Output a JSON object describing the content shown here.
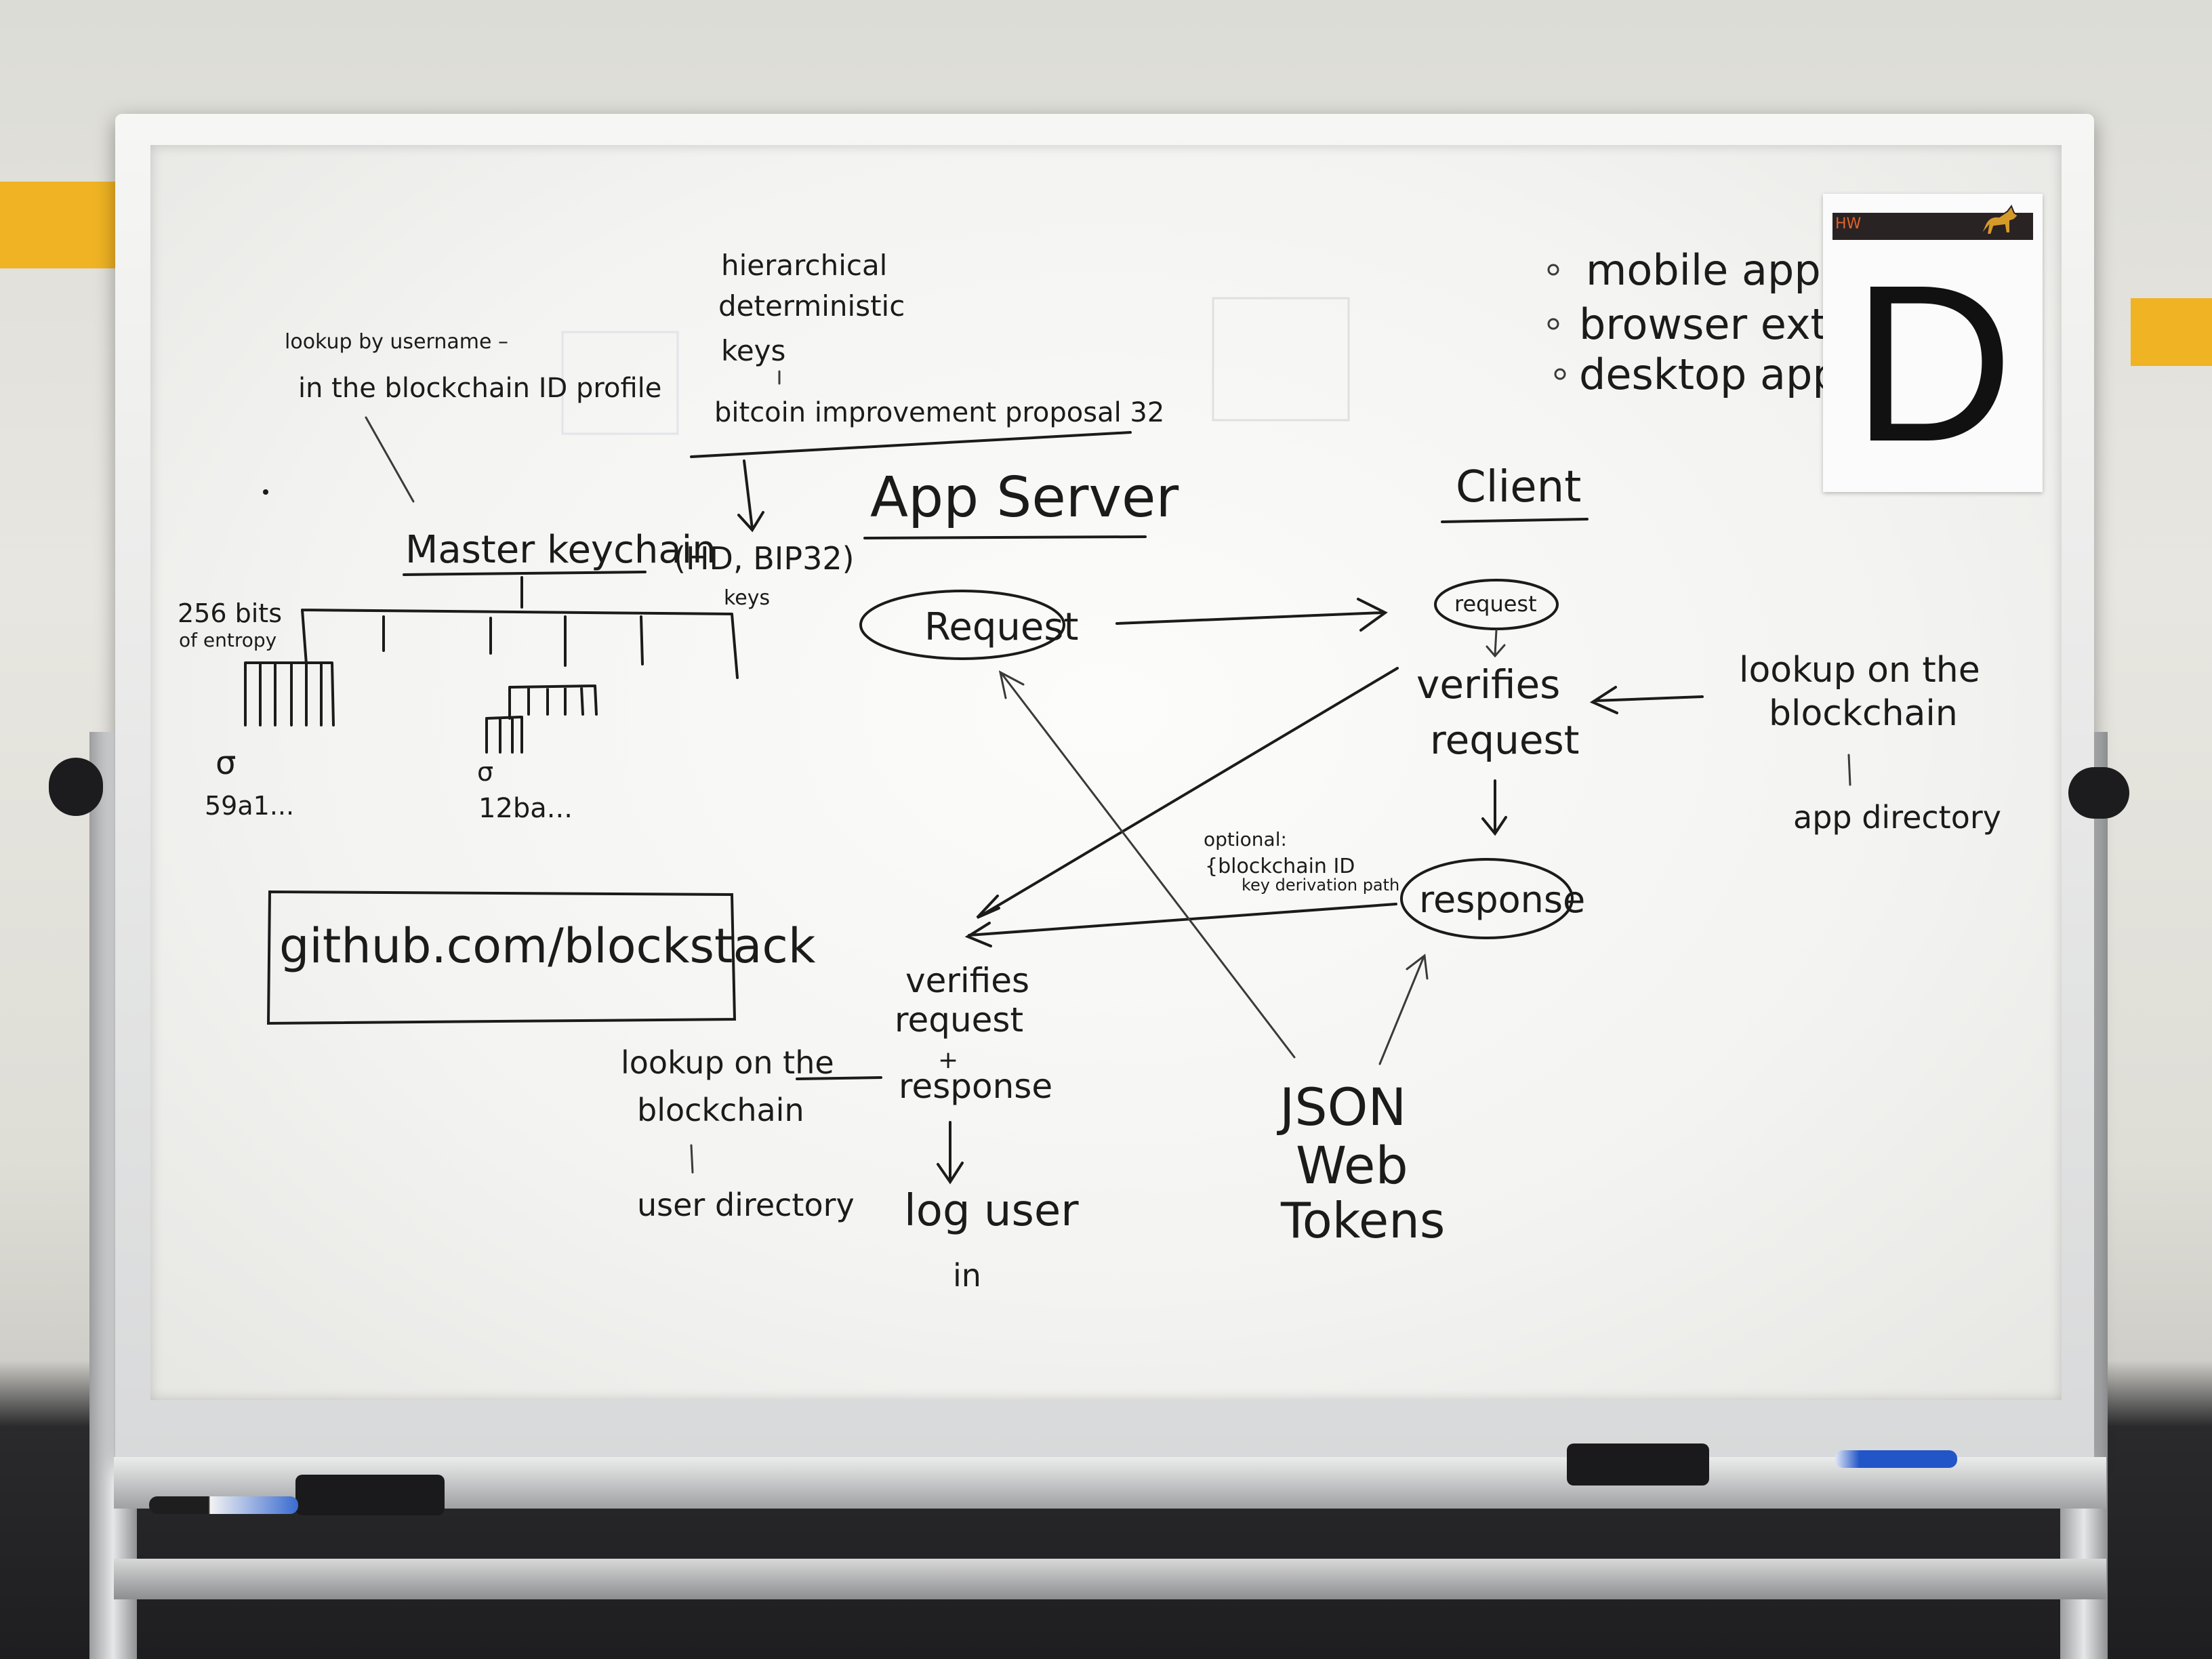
{
  "board_notes": {
    "lookup_username": "lookup by username –",
    "blockchain_id_profile": "in the blockchain ID profile",
    "hd_line1": "hierarchical",
    "hd_line2": "deterministic",
    "hd_line3": "keys",
    "bip_line": "bitcoin improvement proposal 32",
    "master_keychain": "Master keychain",
    "hd_bip32": "(HD, BIP32)",
    "keys": "keys",
    "entropy_1": "256 bits",
    "entropy_2": "of entropy",
    "sigma_left": "σ",
    "key_left": "59a1...",
    "sigma_mid": "σ",
    "key_mid": "12ba...",
    "github": "github.com/blockstack",
    "app_server": "App Server",
    "client": "Client",
    "request_left": "Request",
    "request_right": "request",
    "verifies_request_1": "verifies",
    "verifies_request_2": "request",
    "lookup_right_1": "lookup on the",
    "lookup_right_2": "blockchain",
    "lookup_right_3": "app directory",
    "optional_1": "optional:",
    "optional_2": "{blockchain ID",
    "optional_3": "key derivation path",
    "response": "response",
    "verifies_low_1": "verifies",
    "verifies_low_2": "request",
    "verifies_low_3": "+",
    "verifies_low_4": "response",
    "lookup_low_1": "lookup on the",
    "lookup_low_2": "blockchain",
    "lookup_low_3": "user directory",
    "log_user_1": "log user",
    "log_user_2": "in",
    "jwt_1": "JSON",
    "jwt_2": "Web",
    "jwt_3": "Tokens",
    "bullet_1": "mobile app",
    "bullet_2": "browser ext",
    "bullet_3": "desktop app"
  },
  "sign": {
    "letter": "D",
    "logo_text": "HW"
  },
  "colors": {
    "wall": "#e4e2dc",
    "accent_stripe": "#f0b324",
    "ink": "#1b1b1b",
    "marker_blue": "#2255c8"
  }
}
